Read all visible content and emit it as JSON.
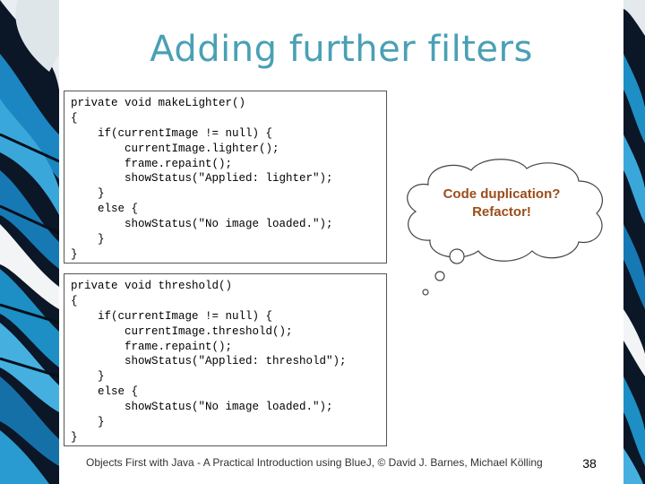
{
  "slide": {
    "title": "Adding further filters",
    "code_blocks": [
      {
        "lines": [
          "private void makeLighter()",
          "{",
          "    if(currentImage != null) {",
          "        currentImage.lighter();",
          "        frame.repaint();",
          "        showStatus(\"Applied: lighter\");",
          "    }",
          "    else {",
          "        showStatus(\"No image loaded.\");",
          "    }",
          "}"
        ]
      },
      {
        "lines": [
          "private void threshold()",
          "{",
          "    if(currentImage != null) {",
          "        currentImage.threshold();",
          "        frame.repaint();",
          "        showStatus(\"Applied: threshold\");",
          "    }",
          "    else {",
          "        showStatus(\"No image loaded.\");",
          "    }",
          "}"
        ]
      }
    ],
    "thought_bubble": {
      "line1": "Code duplication?",
      "line2": "Refactor!"
    },
    "footer": "Objects First with Java - A Practical Introduction using BlueJ, © David J. Barnes, Michael Kölling",
    "page_number": "38"
  },
  "colors": {
    "title": "#4aa0b5",
    "callout_text": "#9a4d1a",
    "feather_blue": "#1d8fc4",
    "feather_dark": "#0a1a2e"
  },
  "icons": [
    "feather-decoration-left",
    "feather-decoration-right",
    "thought-bubble-icon"
  ]
}
